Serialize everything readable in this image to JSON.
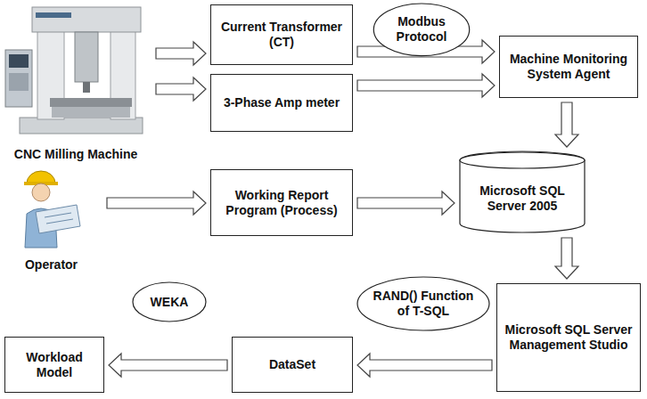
{
  "diagram": {
    "nodes": [
      {
        "text": [
          "CNC Milling Machine"
        ]
      },
      {
        "text": [
          "Current Transformer (CT)"
        ]
      },
      {
        "text": [
          "3-Phase Amp meter"
        ]
      },
      {
        "text": [
          "Modbus Protocol"
        ]
      },
      {
        "text": [
          "Machine Monitoring System Agent"
        ]
      },
      {
        "text": [
          "Operator"
        ]
      },
      {
        "text": [
          "Working Report Program (Process)"
        ]
      },
      {
        "text": [
          "Microsoft SQL Server 2005"
        ]
      },
      {
        "text": [
          "Microsoft SQL Server Management Studio"
        ]
      },
      {
        "text": [
          "RAND() Function of T-SQL"
        ]
      },
      {
        "text": [
          "DataSet"
        ]
      },
      {
        "text": [
          "WEKA"
        ]
      },
      {
        "text": [
          "Workload Model"
        ]
      }
    ],
    "edges": [
      {
        "from": 0,
        "to": 1,
        "arrow": "to"
      },
      {
        "from": 0,
        "to": 2,
        "arrow": "to"
      },
      {
        "from": 1,
        "to": 4,
        "arrow": "to"
      },
      {
        "from": 2,
        "to": 4,
        "arrow": "to"
      },
      {
        "from": 4,
        "to": 7,
        "arrow": "to"
      },
      {
        "from": 5,
        "to": 6,
        "arrow": "to"
      },
      {
        "from": 6,
        "to": 7,
        "arrow": "to"
      },
      {
        "from": 7,
        "to": 8,
        "arrow": "to"
      },
      {
        "from": 8,
        "to": 10,
        "arrow": "to"
      },
      {
        "from": 10,
        "to": 12,
        "arrow": "to"
      }
    ]
  }
}
